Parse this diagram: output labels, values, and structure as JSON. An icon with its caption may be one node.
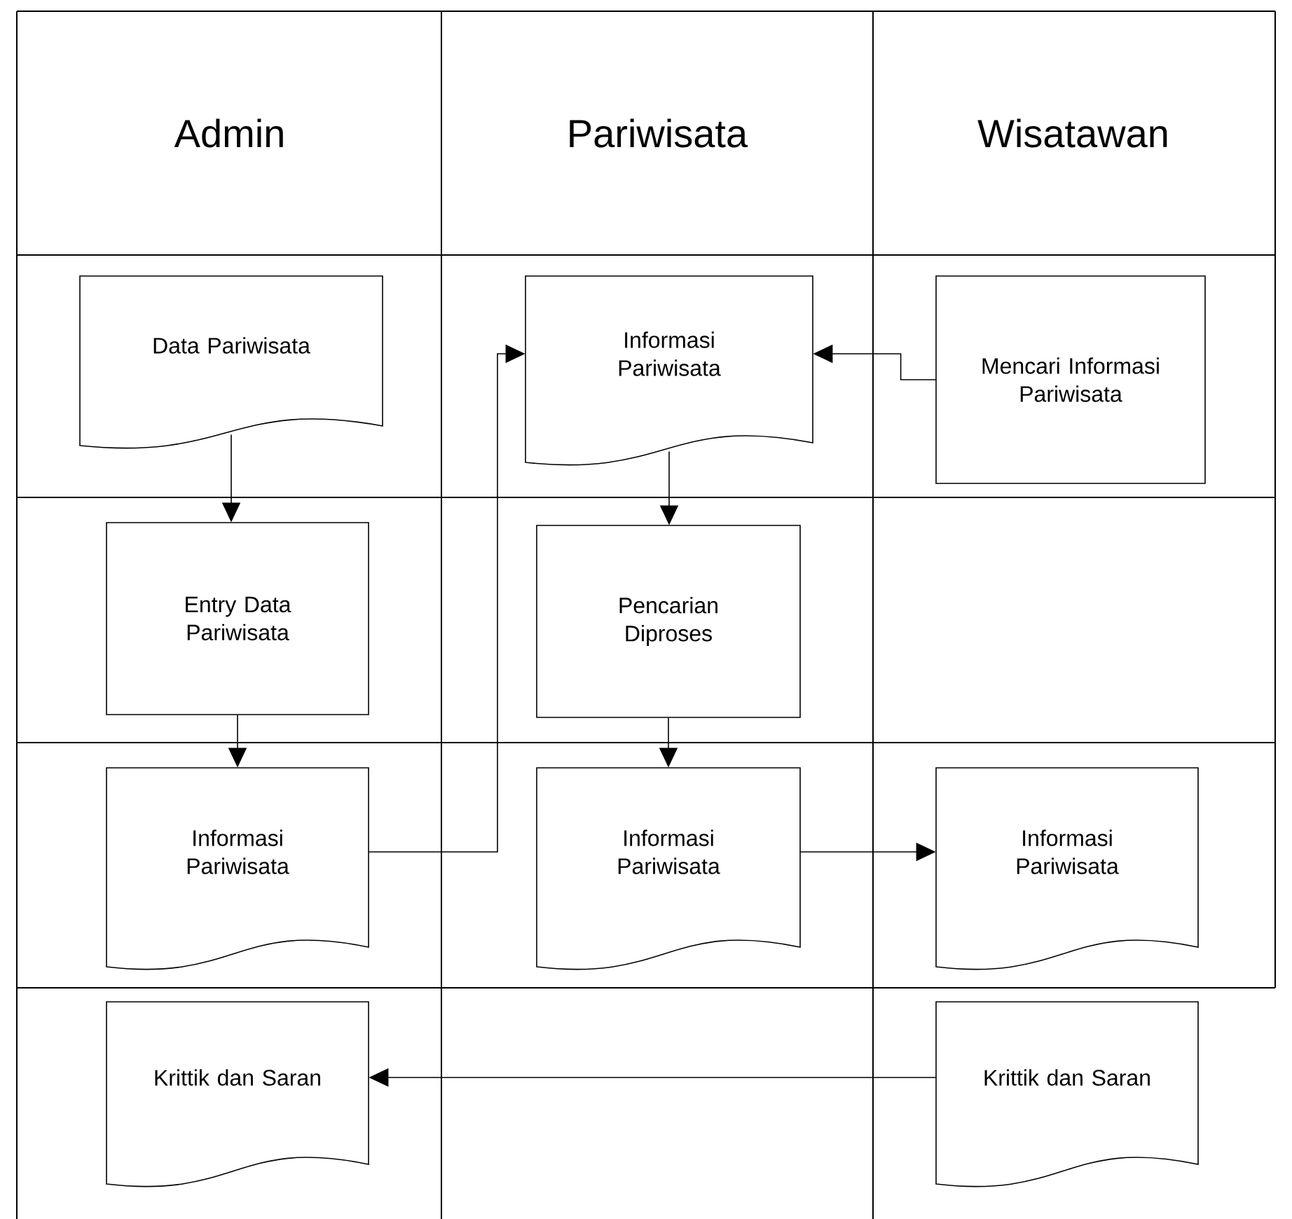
{
  "diagram": {
    "nodes": [
      {
        "text": [
          "Data Pariwisata"
        ]
      },
      {
        "text": [
          "Informasi Pariwisata"
        ]
      },
      {
        "text": [
          "Mencari Informasi Pariwisata"
        ]
      },
      {
        "text": [
          "Entry Data Pariwisata"
        ]
      },
      {
        "text": [
          "Pencarian Diproses"
        ]
      },
      {
        "text": [
          "Informasi Pariwisata"
        ]
      },
      {
        "text": [
          "Informasi Pariwisata"
        ]
      },
      {
        "text": [
          "Informasi Pariwisata"
        ]
      },
      {
        "text": [
          "Krittik dan Saran"
        ]
      },
      {
        "text": [
          "Krittik dan Saran"
        ]
      }
    ],
    "edges": [
      {
        "from": 0,
        "to": 3,
        "arrow": "to"
      },
      {
        "from": 3,
        "to": 5,
        "arrow": "to"
      },
      {
        "from": 5,
        "to": 1,
        "arrow": "to"
      },
      {
        "from": 2,
        "to": 1,
        "arrow": "to"
      },
      {
        "from": 1,
        "to": 4,
        "arrow": "to"
      },
      {
        "from": 4,
        "to": 6,
        "arrow": "to"
      },
      {
        "from": 6,
        "to": 7,
        "arrow": "to"
      },
      {
        "from": 9,
        "to": 8,
        "arrow": "to"
      }
    ],
    "labels": [
      "Admin",
      "Pariwisata",
      "Wisatawan"
    ]
  }
}
